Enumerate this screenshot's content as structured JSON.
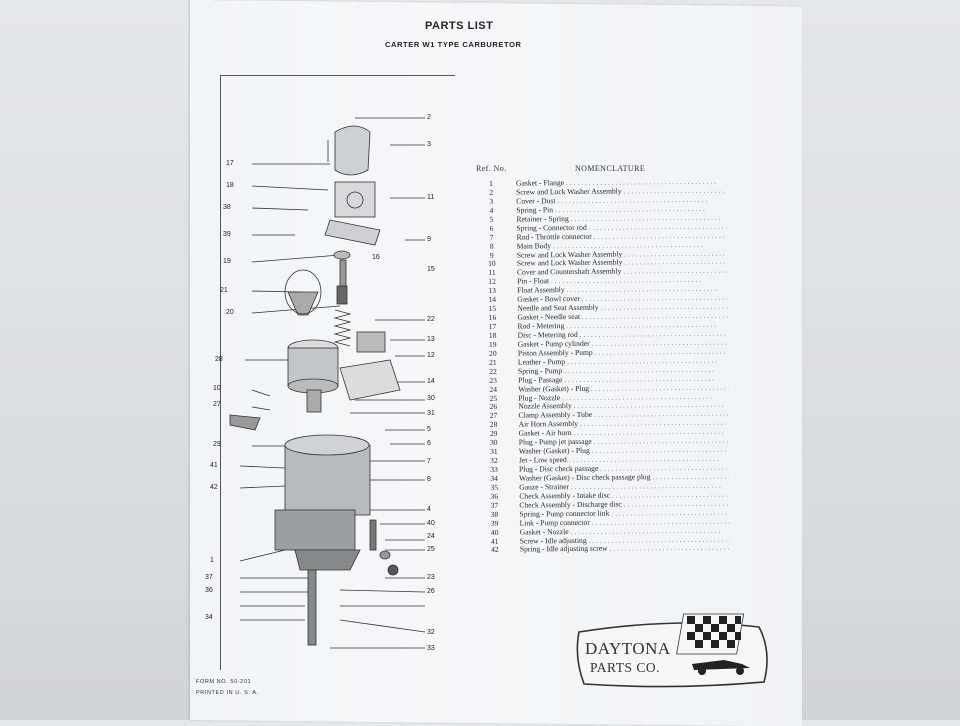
{
  "document": {
    "title": "PARTS LIST",
    "subtitle": "CARTER W1 TYPE CARBURETOR",
    "list_header_ref": "Ref. No.",
    "list_header_nom": "NOMENCLATURE",
    "footer_form": "FORM NO. 50-201",
    "footer_printed": "PRINTED IN U. S. A."
  },
  "logo": {
    "line1": "DAYTONA",
    "line2": "PARTS CO."
  },
  "parts": [
    {
      "ref": "1",
      "name": "Gasket - Flange"
    },
    {
      "ref": "2",
      "name": "Screw and Lock Washer Assembly"
    },
    {
      "ref": "3",
      "name": "Cover - Dust"
    },
    {
      "ref": "4",
      "name": "Spring - Pin"
    },
    {
      "ref": "5",
      "name": "Retainer - Spring"
    },
    {
      "ref": "6",
      "name": "Spring - Connector rod"
    },
    {
      "ref": "7",
      "name": "Rod - Throttle connector"
    },
    {
      "ref": "8",
      "name": "Main Body"
    },
    {
      "ref": "9",
      "name": "Screw and Lock Washer Assembly"
    },
    {
      "ref": "10",
      "name": "Screw and Lock Washer Assembly"
    },
    {
      "ref": "11",
      "name": "Cover and Countershaft Assembly"
    },
    {
      "ref": "12",
      "name": "Pin - Float"
    },
    {
      "ref": "13",
      "name": "Float Assembly"
    },
    {
      "ref": "14",
      "name": "Gasket - Bowl cover"
    },
    {
      "ref": "15",
      "name": "Needle and Seat Assembly"
    },
    {
      "ref": "16",
      "name": "Gasket - Needle seat"
    },
    {
      "ref": "17",
      "name": "Rod - Metering"
    },
    {
      "ref": "18",
      "name": "Disc - Metering rod"
    },
    {
      "ref": "19",
      "name": "Gasket - Pump cylinder"
    },
    {
      "ref": "20",
      "name": "Piston Assembly - Pump"
    },
    {
      "ref": "21",
      "name": "Leather - Pump"
    },
    {
      "ref": "22",
      "name": "Spring - Pump"
    },
    {
      "ref": "23",
      "name": "Plug - Passage"
    },
    {
      "ref": "24",
      "name": "Washer (Gasket) - Plug"
    },
    {
      "ref": "25",
      "name": "Plug - Nozzle"
    },
    {
      "ref": "26",
      "name": "Nozzle Assembly"
    },
    {
      "ref": "27",
      "name": "Clamp Assembly - Tube"
    },
    {
      "ref": "28",
      "name": "Air Horn Assembly"
    },
    {
      "ref": "29",
      "name": "Gasket - Air horn"
    },
    {
      "ref": "30",
      "name": "Plug - Pump jet passage"
    },
    {
      "ref": "31",
      "name": "Washer (Gasket) - Plug"
    },
    {
      "ref": "32",
      "name": "Jet - Low speed"
    },
    {
      "ref": "33",
      "name": "Plug - Disc check passage"
    },
    {
      "ref": "34",
      "name": "Washer (Gasket) - Disc check passage plug"
    },
    {
      "ref": "35",
      "name": "Gauze - Strainer"
    },
    {
      "ref": "36",
      "name": "Check Assembly - Intake disc"
    },
    {
      "ref": "37",
      "name": "Check Assembly - Discharge disc"
    },
    {
      "ref": "38",
      "name": "Spring - Pump connector link"
    },
    {
      "ref": "39",
      "name": "Link - Pump connector"
    },
    {
      "ref": "40",
      "name": "Gasket - Nozzle"
    },
    {
      "ref": "41",
      "name": "Screw - Idle adjusting"
    },
    {
      "ref": "42",
      "name": "Spring - Idle adjusting screw"
    }
  ],
  "diagram_labels": {
    "l2": "2",
    "l3": "3",
    "l17": "17",
    "l18": "18",
    "l11": "11",
    "l38": "38",
    "l39": "39",
    "l9": "9",
    "l19": "19",
    "l16": "16",
    "l15": "15",
    "l21": "21",
    "l20": "20",
    "l22": "22",
    "l13": "13",
    "l28": "28",
    "l12": "12",
    "l14": "14",
    "l10": "10",
    "l30": "30",
    "l27": "27",
    "l31": "31",
    "l5": "5",
    "l29": "29",
    "l6": "6",
    "l41": "41",
    "l7": "7",
    "l8": "8",
    "l42": "42",
    "l4": "4",
    "l40": "40",
    "l1": "1",
    "l24": "24",
    "l25": "25",
    "l37": "37",
    "l23": "23",
    "l36": "36",
    "l26": "26",
    "l34": "34",
    "l32": "32",
    "l33": "33"
  }
}
